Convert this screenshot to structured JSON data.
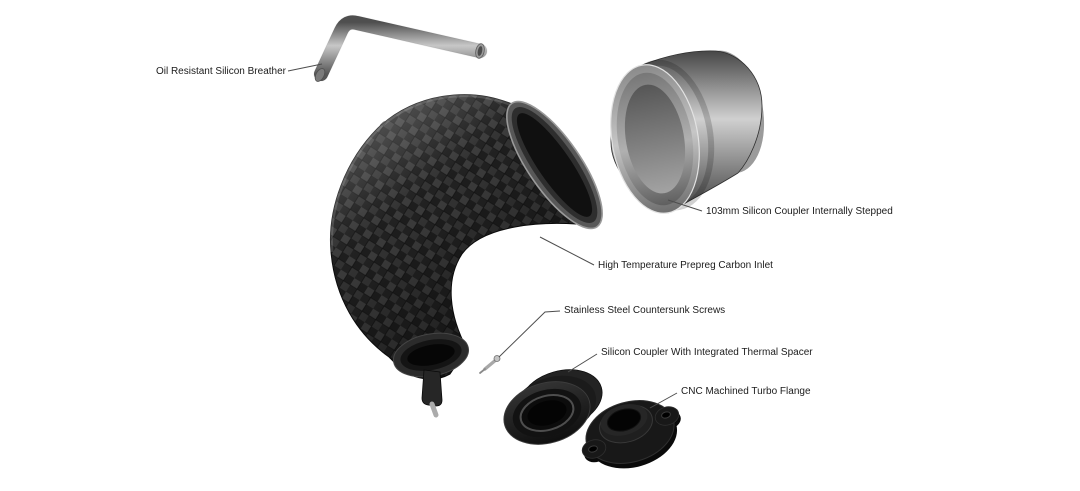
{
  "page": {
    "background": "#ffffff"
  },
  "diagram": {
    "parts": [
      {
        "id": "breather",
        "label": "Oil Resistant Silicon Breather"
      },
      {
        "id": "coupler103",
        "label": "103mm Silicon Coupler Internally Stepped"
      },
      {
        "id": "carbon_inlet",
        "label": "High Temperature Prepreg Carbon Inlet"
      },
      {
        "id": "screws",
        "label": "Stainless Steel Countersunk Screws"
      },
      {
        "id": "thermal_coupler",
        "label": "Silicon Coupler With Integrated Thermal Spacer"
      },
      {
        "id": "turbo_flange",
        "label": "CNC Machined Turbo Flange"
      }
    ],
    "colors": {
      "background": "#ffffff",
      "label_text": "#1b1b1b",
      "leader_line": "#4d4d4d",
      "metal_light": "#d0d0d0",
      "metal_mid": "#8a8a8a",
      "metal_dark": "#3d3d3d",
      "carbon_dark": "#161616",
      "carbon_light": "#3a3a3a",
      "rubber_black": "#141414"
    }
  }
}
